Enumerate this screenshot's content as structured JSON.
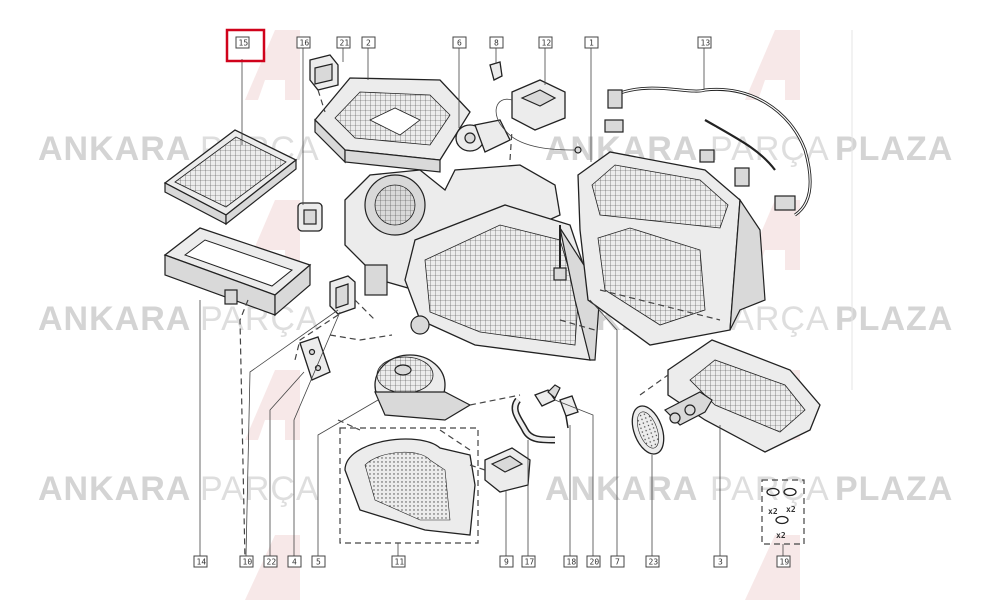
{
  "callouts": {
    "c15": "15",
    "c16": "16",
    "c21": "21",
    "c2": "2",
    "c6": "6",
    "c8": "8",
    "c12": "12",
    "c1": "1",
    "c13": "13",
    "c14": "14",
    "c10": "10",
    "c22": "22",
    "c4": "4",
    "c5": "5",
    "c11": "11",
    "c9": "9",
    "c17": "17",
    "c18": "18",
    "c20": "20",
    "c7": "7",
    "c23": "23",
    "c3": "3",
    "c19": "19"
  },
  "qty": {
    "q1": "x2",
    "q2": "x2",
    "q3": "x2"
  },
  "watermark": {
    "bold1": "ANKARA",
    "light": "PARÇA",
    "bold2": "PLAZA"
  },
  "colors": {
    "highlight": "#d0021b",
    "watermark": "#d4d4d4",
    "line": "#222222"
  }
}
